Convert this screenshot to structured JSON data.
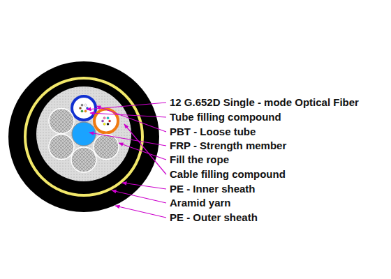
{
  "diagram": {
    "labels": [
      "12 G.652D Single - mode Optical Fiber",
      "Tube filling compound",
      "PBT - Loose tube",
      "FRP - Strength member",
      "Fill the rope",
      "Cable filling compound",
      "PE - Inner sheath",
      "Aramid yarn",
      "PE - Outer sheath"
    ]
  }
}
